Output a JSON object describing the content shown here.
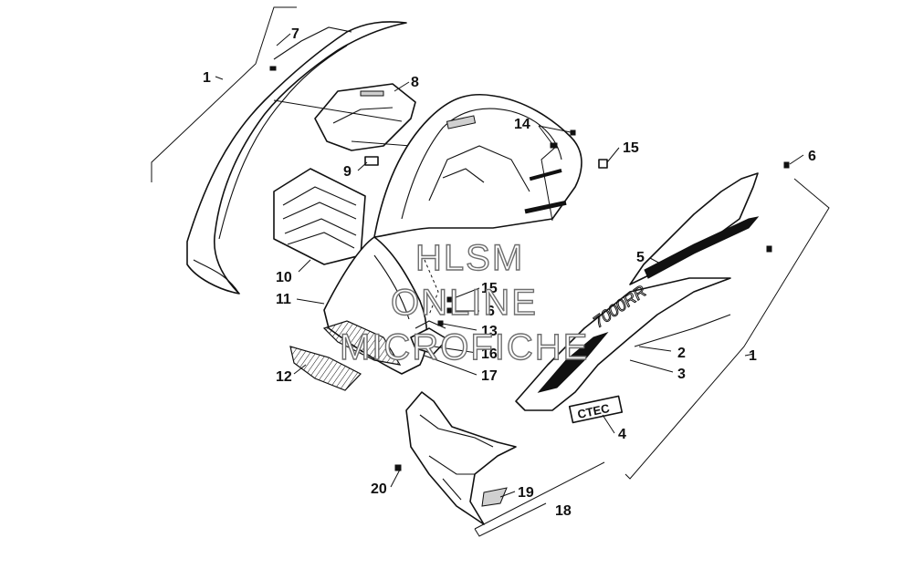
{
  "watermark": {
    "line1": "HLSM",
    "line2": "ONLINE",
    "line3": "MICROFICHE"
  },
  "decal_text": {
    "model": "7000RR",
    "brand": "CTEC"
  },
  "callouts": {
    "c1_left": "1",
    "c7": "7",
    "c8": "8",
    "c9": "9",
    "c10": "10",
    "c11": "11",
    "c12": "12",
    "c14": "14",
    "c15_top": "15",
    "c15_mid": "15",
    "c6_mid": "6",
    "c13": "13",
    "c16": "16",
    "c17": "17",
    "c6_right": "6",
    "c5": "5",
    "c2": "2",
    "c3": "3",
    "c1_right": "1",
    "c4": "4",
    "c20": "20",
    "c19": "19",
    "c18": "18"
  },
  "colors": {
    "line": "#111111",
    "watermark_outline": "#6e6e6e",
    "background": "#ffffff"
  }
}
